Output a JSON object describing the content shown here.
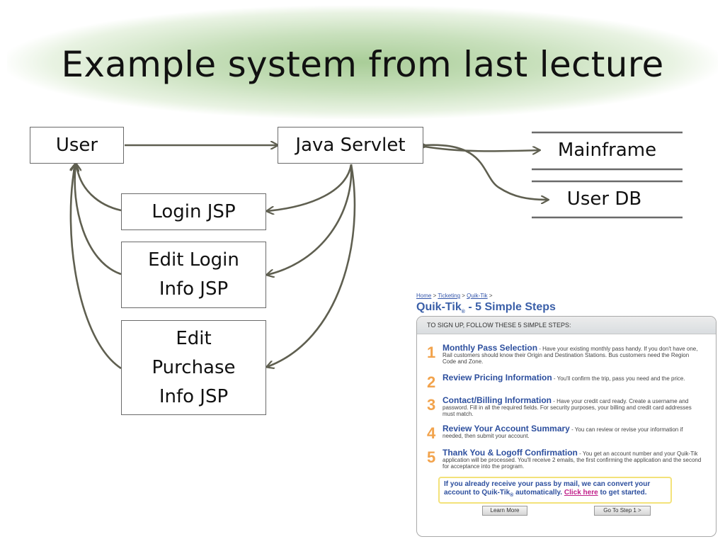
{
  "slide": {
    "title": "Example system from last lecture"
  },
  "diagram": {
    "nodes": {
      "user": "User",
      "servlet": "Java Servlet",
      "login_jsp": "Login JSP",
      "edit_login_jsp": [
        "Edit Login",
        "Info JSP"
      ],
      "edit_purchase_jsp": [
        "Edit",
        "Purchase",
        "Info JSP"
      ],
      "mainframe": "Mainframe",
      "user_db": "User DB"
    },
    "line_color": "#5f5f50"
  },
  "webpage": {
    "breadcrumb": {
      "home": "Home",
      "ticketing": "Ticketing",
      "quiktik": "Quik-Tik",
      "sep": " > ",
      "trail_end": " >"
    },
    "title": "Quik-Tik",
    "title_mark": "®",
    "title_suffix": " - 5 Simple Steps",
    "panel_header": "TO SIGN UP, FOLLOW THESE 5 SIMPLE STEPS:",
    "steps": [
      {
        "num": "1",
        "heading": "Monthly Pass Selection",
        "text": " - Have your existing monthly pass handy. If you don't have one, Rail customers should know their Origin and Destination Stations. Bus customers need the Region Code and Zone."
      },
      {
        "num": "2",
        "heading": "Review Pricing Information",
        "text": " - You'll confirm the trip, pass you need and the price."
      },
      {
        "num": "3",
        "heading": "Contact/Billing Information",
        "text": " - Have your credit card ready. Create a username and password. Fill in all the required fields. For security purposes, your billing and credit card addresses must match."
      },
      {
        "num": "4",
        "heading": "Review Your Account Summary",
        "text": " - You can review or revise your information if needed, then submit your account."
      },
      {
        "num": "5",
        "heading": "Thank You & Logoff Confirmation",
        "text": " - You get an account number and your Quik-Tik application will be processed. You'll receive 2 emails, the first confirming the application and the second for acceptance into the program."
      }
    ],
    "note": {
      "text_a": "If you already receive your pass by mail, we can convert your account to Quik-Tik",
      "text_mark": "®",
      "text_b": " automatically. ",
      "link": "Click here",
      "text_c": " to get started."
    },
    "buttons": {
      "learn_more": "Learn More",
      "go_step": "Go To Step 1 >"
    },
    "colors": {
      "accent": "#3a5fa8",
      "step_number": "#f2a34c",
      "note_border": "#f3e27a",
      "link": "#c0208a"
    }
  }
}
